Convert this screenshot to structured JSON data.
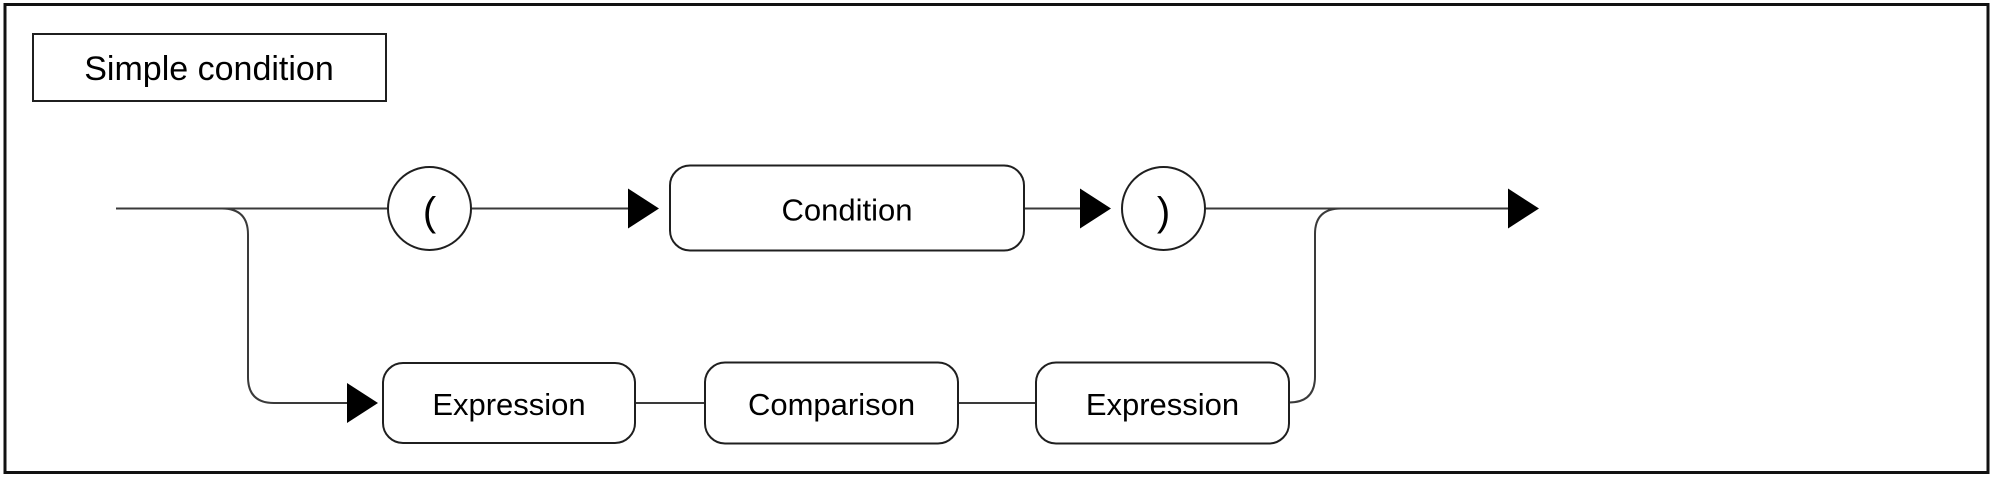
{
  "diagram": {
    "title": "Simple condition",
    "type": "syntax-railroad-diagram",
    "rule": {
      "name": "Simple condition",
      "alternatives": [
        [
          "(",
          "Condition",
          ")"
        ],
        [
          "Expression",
          "Comparison",
          "Expression"
        ]
      ]
    },
    "nodes": {
      "open_paren": "(",
      "condition": "Condition",
      "close_paren": ")",
      "expression_left": "Expression",
      "comparison": "Comparison",
      "expression_right": "Expression"
    },
    "colors": {
      "line": "#3a3a3a",
      "shape_border": "#1f1f1f",
      "arrow": "#000000",
      "text": "#000000",
      "background": "#ffffff"
    }
  }
}
